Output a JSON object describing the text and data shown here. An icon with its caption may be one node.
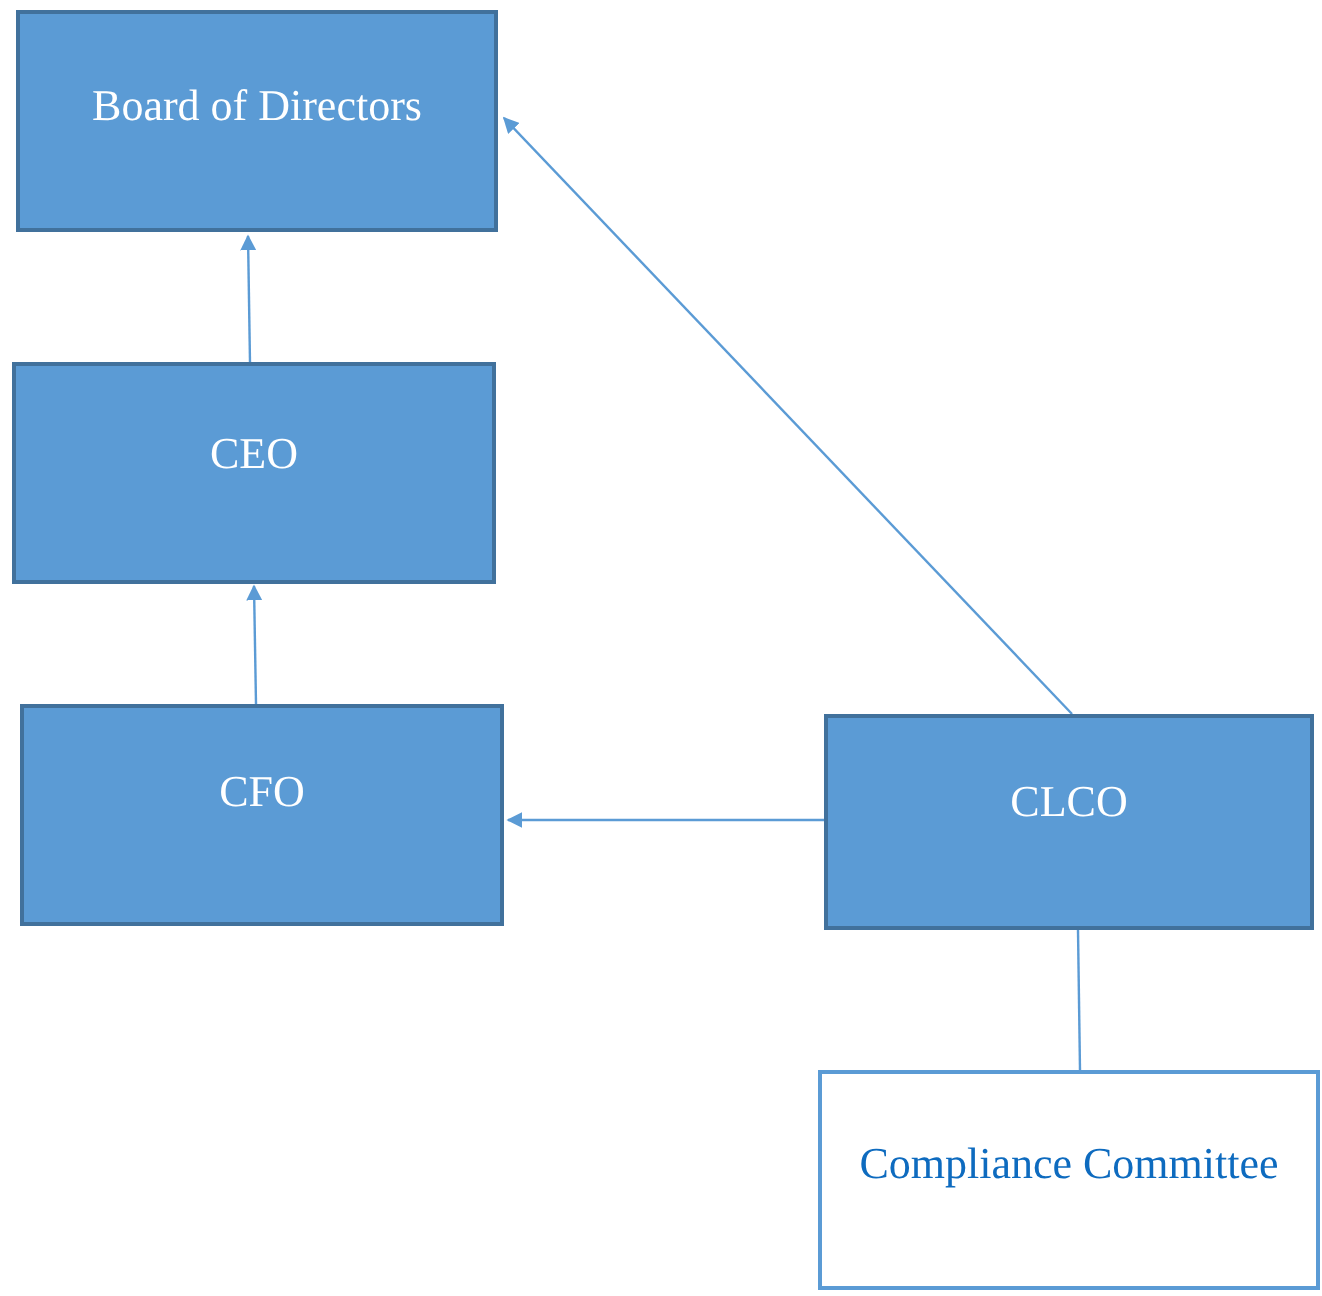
{
  "diagram": {
    "nodes": [
      {
        "text": [
          "Board of Directors"
        ]
      },
      {
        "text": [
          "CEO"
        ]
      },
      {
        "text": [
          "CFO"
        ]
      },
      {
        "text": [
          "CLCO"
        ]
      },
      {
        "text": [
          "Compliance Committee"
        ]
      }
    ],
    "edges": [
      {
        "from": 1,
        "to": 0,
        "arrow": "to"
      },
      {
        "from": 2,
        "to": 1,
        "arrow": "to"
      },
      {
        "from": 3,
        "to": 0,
        "arrow": "to"
      },
      {
        "from": 3,
        "to": 2,
        "arrow": "to"
      },
      {
        "from": 3,
        "to": 4,
        "arrow": "none"
      }
    ]
  }
}
